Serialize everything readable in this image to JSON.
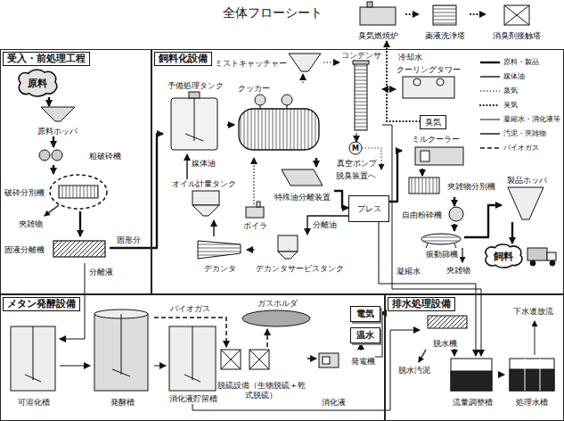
{
  "diagram": {
    "title": "全体フローシート",
    "nodes": [
      {
        "text": [
          "受入・前処理工程"
        ]
      },
      {
        "text": [
          "原料"
        ],
        "in": 0
      },
      {
        "text": [
          "原料ホッパ"
        ],
        "in": 0
      },
      {
        "text": [
          "粗破砕機"
        ],
        "in": 0
      },
      {
        "text": [
          "破砕分別機"
        ],
        "in": 0
      },
      {
        "text": [
          "固液分離機"
        ],
        "in": 0
      },
      {
        "text": [
          "飼料化設備"
        ]
      },
      {
        "text": [
          "予備処理タンク"
        ],
        "in": 6
      },
      {
        "text": [
          "クッカー"
        ],
        "in": 6
      },
      {
        "text": [
          "ミストキャッチャー"
        ],
        "in": 6
      },
      {
        "text": [
          "コンデンサ"
        ],
        "in": 6
      },
      {
        "text": [
          "クーリングタワー"
        ],
        "in": 6
      },
      {
        "text": [
          "真空ポンプ"
        ],
        "in": 6
      },
      {
        "text": [
          "特殊油分離装置"
        ],
        "in": 6
      },
      {
        "text": [
          "オイル計量タンク"
        ],
        "in": 6
      },
      {
        "text": [
          "ボイラ"
        ],
        "in": 6
      },
      {
        "text": [
          "デカンタ"
        ],
        "in": 6
      },
      {
        "text": [
          "デカンタサービスタンク"
        ],
        "in": 6
      },
      {
        "text": [
          "プレス"
        ],
        "in": 6
      },
      {
        "text": [
          "ミルクーラー"
        ],
        "in": 6
      },
      {
        "text": [
          "夾雑物分別機"
        ],
        "in": 6
      },
      {
        "text": [
          "自由粉砕機"
        ],
        "in": 6
      },
      {
        "text": [
          "振動篩機"
        ],
        "in": 6
      },
      {
        "text": [
          "製品ホッパ"
        ],
        "in": 6
      },
      {
        "text": [
          "飼料"
        ],
        "in": 6
      },
      {
        "text": [
          "臭気燃焼炉"
        ]
      },
      {
        "text": [
          "薬液洗浄塔"
        ]
      },
      {
        "text": [
          "消臭剤接触塔"
        ]
      },
      {
        "text": [
          "臭気"
        ],
        "in": 6
      },
      {
        "text": [
          "メタン発酵設備"
        ]
      },
      {
        "text": [
          "可溶化槽"
        ],
        "in": 29
      },
      {
        "text": [
          "発酵槽"
        ],
        "in": 29
      },
      {
        "text": [
          "消化液貯留槽"
        ],
        "in": 29
      },
      {
        "text": [
          "ガスホルダ"
        ],
        "in": 29
      },
      {
        "text": [
          "脱硫設備（生物脱硫＋乾式脱硫）"
        ],
        "in": 29
      },
      {
        "text": [
          "発電機"
        ],
        "in": 29
      },
      {
        "text": [
          "電気"
        ],
        "in": 29
      },
      {
        "text": [
          "温水"
        ],
        "in": 29
      },
      {
        "text": [
          "排水処理設備"
        ]
      },
      {
        "text": [
          "脱水機"
        ],
        "in": 38
      },
      {
        "text": [
          "流量調整槽"
        ],
        "in": 38
      },
      {
        "text": [
          "処理水槽"
        ],
        "in": 38
      }
    ],
    "edges": [
      {
        "from": 1,
        "to": 2,
        "arrow": "to"
      },
      {
        "from": 2,
        "to": 3,
        "arrow": "to"
      },
      {
        "from": 3,
        "to": 4,
        "arrow": "to"
      },
      {
        "from": 4,
        "to": 5,
        "arrow": "to"
      },
      {
        "from": 5,
        "to": 7,
        "arrow": "to",
        "label": "固形分"
      },
      {
        "from": 5,
        "to": 30,
        "arrow": "to",
        "label": "分離液"
      },
      {
        "from": 7,
        "to": 8,
        "arrow": "to"
      },
      {
        "from": 8,
        "to": 9,
        "arrow": "to"
      },
      {
        "from": 9,
        "to": 10,
        "arrow": "to"
      },
      {
        "from": 10,
        "to": 11,
        "arrow": "both",
        "label": "冷却水"
      },
      {
        "from": 10,
        "to": 12,
        "arrow": "to"
      },
      {
        "from": 10,
        "to": 40,
        "arrow": "to",
        "label": "凝縮水"
      },
      {
        "from": 8,
        "to": 13,
        "arrow": "to"
      },
      {
        "from": 13,
        "to": 18,
        "arrow": "to"
      },
      {
        "from": 18,
        "to": 17,
        "arrow": "to",
        "label": "分離油"
      },
      {
        "from": 17,
        "to": 16,
        "arrow": "to"
      },
      {
        "from": 16,
        "to": 14,
        "arrow": "to"
      },
      {
        "from": 14,
        "to": 7,
        "arrow": "to",
        "label": "媒体油"
      },
      {
        "from": 15,
        "to": 8,
        "arrow": "to"
      },
      {
        "from": 18,
        "to": 19,
        "arrow": "to"
      },
      {
        "from": 19,
        "to": 20,
        "arrow": "to"
      },
      {
        "from": 20,
        "to": 21,
        "arrow": "to"
      },
      {
        "from": 21,
        "to": 22,
        "arrow": "to"
      },
      {
        "from": 22,
        "to": 23,
        "arrow": "to"
      },
      {
        "from": 23,
        "to": 24,
        "arrow": "to"
      },
      {
        "from": 18,
        "to": 40,
        "arrow": "to"
      },
      {
        "from": 28,
        "to": 25,
        "arrow": "to"
      },
      {
        "from": 25,
        "to": 26,
        "arrow": "to"
      },
      {
        "from": 26,
        "to": 27,
        "arrow": "to"
      },
      {
        "from": 30,
        "to": 31,
        "arrow": "to"
      },
      {
        "from": 31,
        "to": 32,
        "arrow": "to"
      },
      {
        "from": 31,
        "to": 34,
        "arrow": "to",
        "label": "バイオガス"
      },
      {
        "from": 34,
        "to": 33,
        "arrow": "to"
      },
      {
        "from": 34,
        "to": 35,
        "arrow": "to"
      },
      {
        "from": 35,
        "to": 36,
        "arrow": "to"
      },
      {
        "from": 35,
        "to": 37,
        "arrow": "to"
      },
      {
        "from": 32,
        "to": 39,
        "arrow": "to",
        "label": "消化液"
      },
      {
        "from": 39,
        "to": 40,
        "arrow": "to"
      },
      {
        "from": 40,
        "to": 41,
        "arrow": "to"
      }
    ],
    "labels": [
      "夾雑物",
      "夾雑物",
      "脱臭装置へ",
      "M",
      "脱水汚泥",
      "下水道放流"
    ],
    "legend": [
      {
        "text": "原料・製品"
      },
      {
        "text": "媒体油"
      },
      {
        "text": "蒸気"
      },
      {
        "text": "臭気"
      },
      {
        "text": "凝縮水・消化液等"
      },
      {
        "text": "汚泥・夾雑物"
      },
      {
        "text": "バイオガス"
      }
    ]
  }
}
